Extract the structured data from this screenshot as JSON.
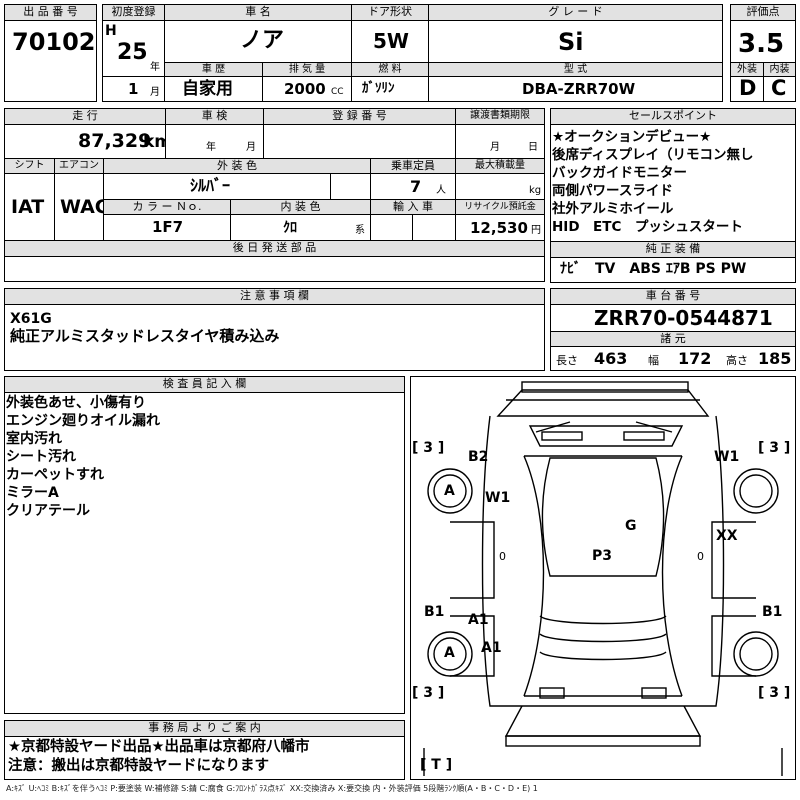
{
  "header": {
    "lot_label": "出 品 番 号",
    "lot_number": "70102",
    "first_reg_label": "初度登録",
    "era": "H",
    "year": "25",
    "year_unit": "年",
    "month": "1",
    "month_unit": "月",
    "car_name_label": "車 名",
    "car_name": "ノア",
    "door_label": "ドア形状",
    "door": "5W",
    "grade_label": "グ レ ー ド",
    "grade": "Si",
    "score_label": "評価点",
    "score": "3.5",
    "history_label": "車 歴",
    "history": "自家用",
    "displacement_label": "排 気 量",
    "displacement": "2000",
    "displacement_unit": "CC",
    "fuel_label": "燃 料",
    "fuel": "ｶﾞｿﾘﾝ",
    "model_label": "型 式",
    "model": "DBA-ZRR70W",
    "exterior_label": "外装",
    "exterior": "D",
    "interior_label": "内装",
    "interior": "C"
  },
  "row2": {
    "mileage_label": "走 行",
    "mileage": "87,329",
    "mileage_unit": "km",
    "inspection_label": "車 検",
    "inspection_year_unit": "年",
    "inspection_month_unit": "月",
    "plate_label": "登 録 番 号",
    "transfer_label": "譲渡書類期限",
    "transfer_month_unit": "月",
    "transfer_day_unit": "日",
    "shift_label": "シフト",
    "shift": "IAT",
    "ac_label": "エアコン",
    "ac": "WAC",
    "color_label": "外 装 色",
    "color": "ｼﾙﾊﾞｰ",
    "capacity_label": "乗車定員",
    "capacity": "7",
    "capacity_unit": "人",
    "load_label": "最大積載量",
    "load_unit": "kg",
    "color_no_label": "カ ラ ー Ｎｏ.",
    "color_no": "1F7",
    "interior_color_label": "内 装 色",
    "interior_color": "ｸﾛ",
    "interior_color_unit": "系",
    "import_label": "輸 入 車",
    "recycle_label": "リサイクル預託金",
    "recycle": "12,530",
    "recycle_unit": "円",
    "later_parts_label": "後 日 発 送 部 品"
  },
  "sales_points": {
    "label": "セールスポイント",
    "items": [
      "★オークションデビュー★",
      "後席ディスプレイ（リモコン無し",
      "バックガイドモニター",
      "両側パワースライド",
      "社外アルミホイール",
      "HID　ETC　プッシュスタート"
    ]
  },
  "equipment": {
    "label": "純 正 装 備",
    "value": "ﾅﾋﾞ　TV　ABS ｴｱB PS PW"
  },
  "notes": {
    "label": "注 意 事 項 欄",
    "lines": [
      "X61G",
      "純正アルミスタッドレスタイヤ積み込み"
    ]
  },
  "chassis": {
    "label": "車 台 番 号",
    "value": "ZRR70-0544871",
    "dims_label": "諸 元",
    "length_label": "長さ",
    "length": "463",
    "width_label": "幅",
    "width": "172",
    "height_label": "高さ",
    "height": "185"
  },
  "inspector": {
    "label": "検 査 員 記 入 欄",
    "lines": [
      "外装色あせ、小傷有り",
      "エンジン廻りオイル漏れ",
      "室内汚れ",
      "シート汚れ",
      "カーペットすれ",
      "ミラーA",
      "クリアテール"
    ]
  },
  "office": {
    "label": "事 務 局 よ り ご 案 内",
    "lines": [
      "★京都特設ヤード出品★出品車は京都府八幡市",
      "注意：搬出は京都特設ヤードになります"
    ]
  },
  "diagram": {
    "marks": {
      "b2": "B2",
      "w1_top_right": "W1",
      "a_front_left": "A",
      "w1_left": "W1",
      "g": "G",
      "xx": "XX",
      "p3": "P3",
      "b1_left": "B1",
      "b1_right": "B1",
      "a1_left": "A1",
      "a1_lower": "A1",
      "a_rear_left": "A",
      "bracket_tl": "[ 3 ]",
      "bracket_tr": "[ 3 ]",
      "bracket_bl": "[ 3 ]",
      "bracket_br": "[ 3 ]",
      "bracket_t": "[ T ]",
      "zero": "0"
    }
  },
  "legend": "A:ｷｽﾞ U:ﾍｺﾐ B:ｷｽﾞを伴うﾍｺﾐ P:要塗装 W:補修跡 S:錆 C:腐食 G:ﾌﾛﾝﾄｶﾞﾗｽ点ｷｽﾞ XX:交換済み X:要交換 内・外装評価 5段階ﾗﾝｸ順(A・B・C・D・E) 1"
}
